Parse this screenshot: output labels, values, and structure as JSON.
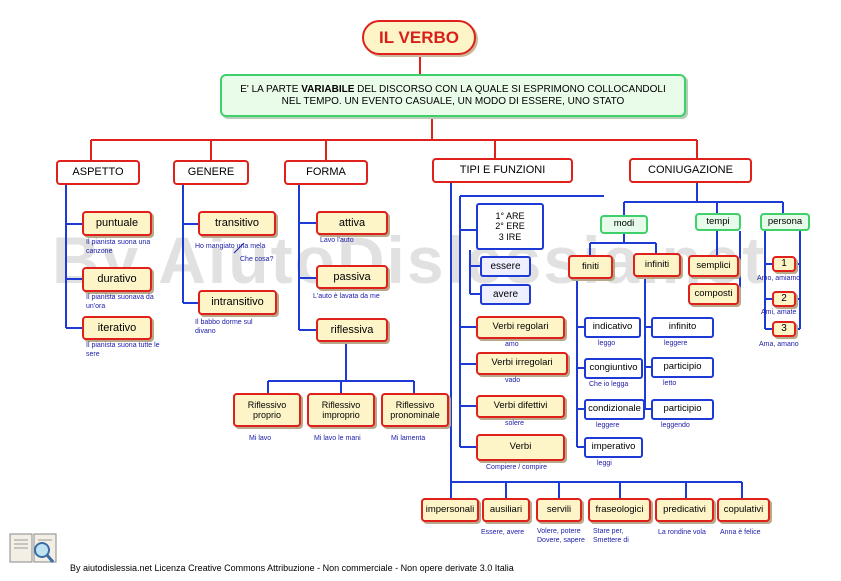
{
  "title": "IL VERBO",
  "definition": {
    "prefix": "E' LA PARTE ",
    "emphasis": "VARIABILE",
    "suffix": " DEL DISCORSO CON LA QUALE SI ESPRIMONO COLLOCANDOLI NEL TEMPO. UN EVENTO CASUALE, UN MODO DI ESSERE, UNO STATO"
  },
  "categories": {
    "aspetto": "ASPETTO",
    "genere": "GENERE",
    "forma": "FORMA",
    "tipi": "TIPI E FUNZIONI",
    "coniugazione": "CONIUGAZIONE"
  },
  "aspetto": {
    "puntuale": "puntuale",
    "puntuale_ex": "Il pianista suona una canzone",
    "durativo": "durativo",
    "durativo_ex": "Il pianista suonava da un'ora",
    "iterativo": "iterativo",
    "iterativo_ex": "Il pianista suona tutte le sere"
  },
  "genere": {
    "transitivo": "transitivo",
    "transitivo_ex": "Ho mangiato una mela",
    "che_cosa": "Che cosa?",
    "intransitivo": "intransitivo",
    "intransitivo_ex": "Il babbo dorme sul divano"
  },
  "forma": {
    "attiva": "attiva",
    "attiva_ex": "Lavo l'auto",
    "passiva": "passiva",
    "passiva_ex": "L'auto è lavata da me",
    "riflessiva": "riflessiva",
    "rif_proprio": "Riflessivo proprio",
    "rif_proprio_ex": "Mi lavo",
    "rif_improprio": "Riflessivo improprio",
    "rif_improprio_ex": "Mi lavo le mani",
    "rif_pronominale": "Riflessivo pronominale",
    "rif_pronominale_ex": "Mi lamenta"
  },
  "tipi": {
    "coniug_list": [
      "1° ARE",
      "2° ERE",
      "3 IRE"
    ],
    "essere": "essere",
    "avere": "avere",
    "regolari": "Verbi regolari",
    "regolari_ex": "amo",
    "irregolari": "Verbi irregolari",
    "irregolari_ex": "vado",
    "difettivi": "Verbi difettivi",
    "difettivi_ex": "solere",
    "verbi": "Verbi",
    "verbi_ex": "Compiere / compire",
    "bottom": [
      {
        "label": "impersonali",
        "ex": ""
      },
      {
        "label": "ausiliari",
        "ex": "Essere, avere"
      },
      {
        "label": "servili",
        "ex": "Volere, potere Dovere, sapere"
      },
      {
        "label": "fraseologici",
        "ex": "Stare per, Smettere di"
      },
      {
        "label": "predicativi",
        "ex": "La rondine vola"
      },
      {
        "label": "copulativi",
        "ex": "Anna è felice"
      }
    ]
  },
  "coniugazione": {
    "modi": "modi",
    "tempi": "tempi",
    "persona": "persona",
    "finiti": "finiti",
    "infiniti": "infiniti",
    "indicativo": "indicativo",
    "indicativo_ex": "leggo",
    "congiuntivo": "congiuntivo",
    "congiuntivo_ex": "Che io legga",
    "condizionale": "condizionale",
    "condizionale_ex": "leggere",
    "imperativo": "imperativo",
    "imperativo_ex": "leggi",
    "infinito": "infinito",
    "infinito_ex": "leggere",
    "participio1": "participio",
    "participio1_ex": "letto",
    "participio2": "participio",
    "participio2_ex": "leggendo",
    "semplici": "semplici",
    "composti": "composti",
    "p1": "1",
    "p1_ex": "Amo, amiamo",
    "p2": "2",
    "p2_ex": "Ami, amate",
    "p3": "3",
    "p3_ex": "Ama, amano"
  },
  "watermark": "By AiutoDislessia.net",
  "footer": "By aiutodislessia.net Licenza Creative Commons Attribuzione - Non commerciale - Non opere derivate 3.0 Italia",
  "colors": {
    "red": "#e0201b",
    "blue": "#1e3ad6",
    "green": "#3fd06b",
    "fill": "#fdf5c8"
  }
}
